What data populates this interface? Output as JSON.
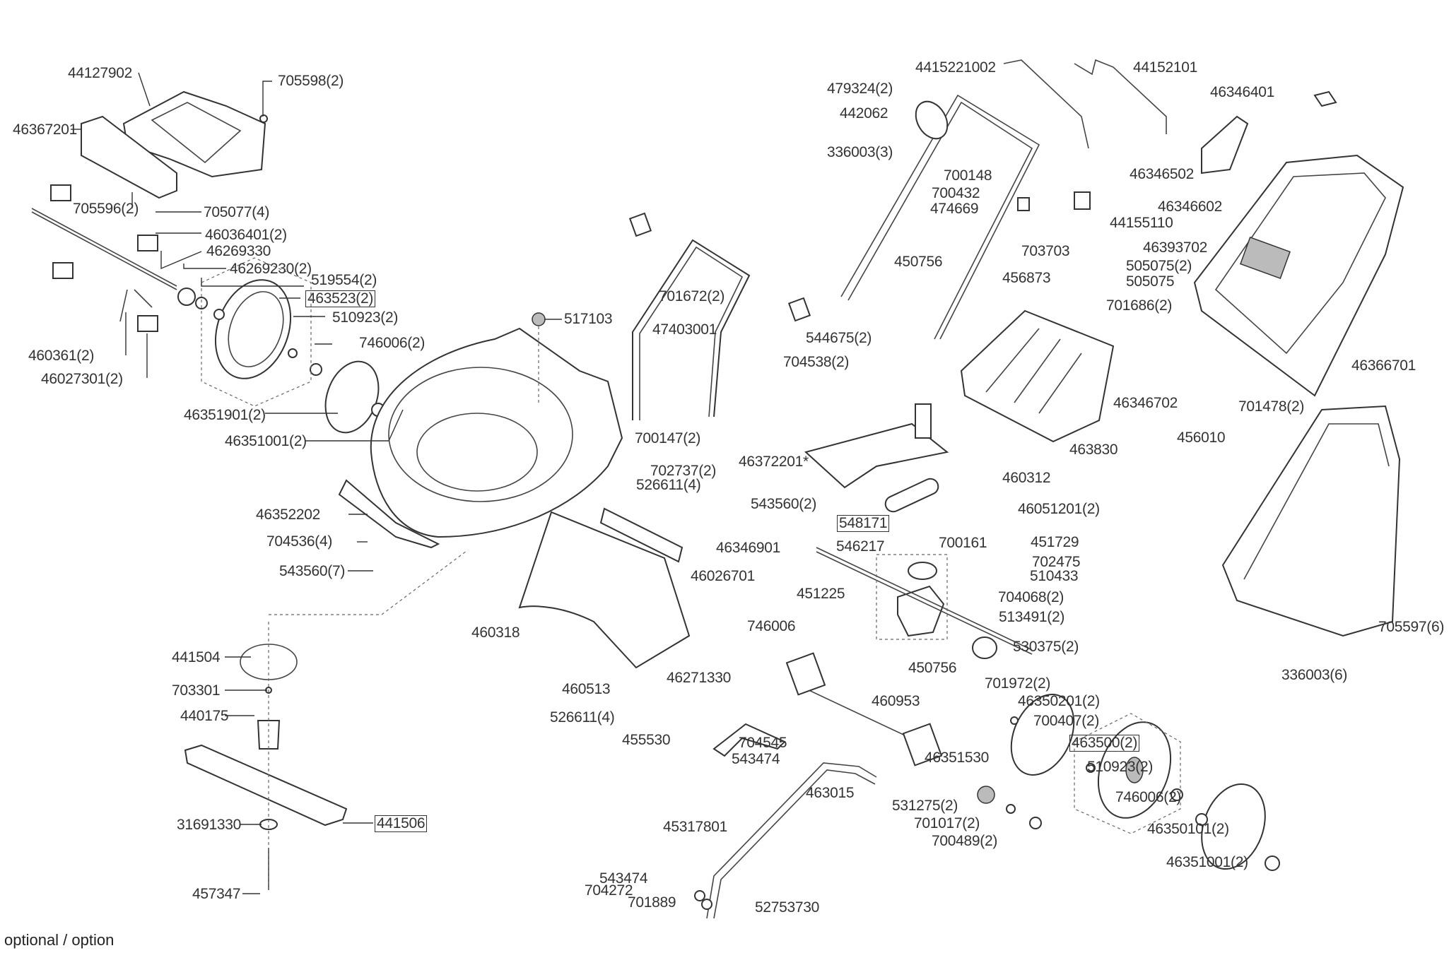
{
  "diagram": {
    "title": "Lawn mower exploded parts diagram",
    "footnote": "optional / option",
    "parts": [
      {
        "id": "p01",
        "label": "44127902"
      },
      {
        "id": "p02",
        "label": "705598(2)"
      },
      {
        "id": "p03",
        "label": "46367201"
      },
      {
        "id": "p04",
        "label": "705596(2)"
      },
      {
        "id": "p05",
        "label": "705077(4)"
      },
      {
        "id": "p06",
        "label": "46036401(2)"
      },
      {
        "id": "p07",
        "label": "46269330"
      },
      {
        "id": "p08",
        "label": "46269230(2)"
      },
      {
        "id": "p09",
        "label": "519554(2)"
      },
      {
        "id": "p10",
        "label": "463523(2)",
        "boxed": true
      },
      {
        "id": "p11",
        "label": "510923(2)"
      },
      {
        "id": "p12",
        "label": "746006(2)"
      },
      {
        "id": "p13",
        "label": "460361(2)"
      },
      {
        "id": "p14",
        "label": "46027301(2)"
      },
      {
        "id": "p15",
        "label": "46351901(2)"
      },
      {
        "id": "p16",
        "label": "46351001(2)"
      },
      {
        "id": "p17",
        "label": "517103"
      },
      {
        "id": "p18",
        "label": "46352202"
      },
      {
        "id": "p19",
        "label": "704536(4)"
      },
      {
        "id": "p20",
        "label": "543560(7)"
      },
      {
        "id": "p21",
        "label": "441504"
      },
      {
        "id": "p22",
        "label": "703301"
      },
      {
        "id": "p23",
        "label": "440175"
      },
      {
        "id": "p24",
        "label": "31691330"
      },
      {
        "id": "p25",
        "label": "441506",
        "boxed": true
      },
      {
        "id": "p26",
        "label": "457347"
      },
      {
        "id": "p27",
        "label": "47403001"
      },
      {
        "id": "p28",
        "label": "701672(2)"
      },
      {
        "id": "p29",
        "label": "544675(2)"
      },
      {
        "id": "p30",
        "label": "704538(2)"
      },
      {
        "id": "p31",
        "label": "700147(2)"
      },
      {
        "id": "p32",
        "label": "702737(2)"
      },
      {
        "id": "p33",
        "label": "526611(4)"
      },
      {
        "id": "p34",
        "label": "543560(2)"
      },
      {
        "id": "p35",
        "label": "46346901"
      },
      {
        "id": "p36",
        "label": "46026701"
      },
      {
        "id": "p37",
        "label": "460318"
      },
      {
        "id": "p38",
        "label": "460513"
      },
      {
        "id": "p39",
        "label": "526611(4)"
      },
      {
        "id": "p40",
        "label": "46271330"
      },
      {
        "id": "p41",
        "label": "455530"
      },
      {
        "id": "p42",
        "label": "704545"
      },
      {
        "id": "p43",
        "label": "543474"
      },
      {
        "id": "p44",
        "label": "746006"
      },
      {
        "id": "p45",
        "label": "463015"
      },
      {
        "id": "p46",
        "label": "45317801"
      },
      {
        "id": "p47",
        "label": "543474"
      },
      {
        "id": "p48",
        "label": "704272"
      },
      {
        "id": "p49",
        "label": "701889"
      },
      {
        "id": "p50",
        "label": "52753730"
      },
      {
        "id": "p51",
        "label": "46372201*"
      },
      {
        "id": "p52",
        "label": "548171",
        "boxed": true
      },
      {
        "id": "p53",
        "label": "546217"
      },
      {
        "id": "p54",
        "label": "700161"
      },
      {
        "id": "p55",
        "label": "451225"
      },
      {
        "id": "p56",
        "label": "450756"
      },
      {
        "id": "p57",
        "label": "460953"
      },
      {
        "id": "p58",
        "label": "4415221002"
      },
      {
        "id": "p59",
        "label": "44152101"
      },
      {
        "id": "p60",
        "label": "479324(2)"
      },
      {
        "id": "p61",
        "label": "442062"
      },
      {
        "id": "p62",
        "label": "336003(3)"
      },
      {
        "id": "p63",
        "label": "700148"
      },
      {
        "id": "p64",
        "label": "700432"
      },
      {
        "id": "p65",
        "label": "474669"
      },
      {
        "id": "p66",
        "label": "44155110"
      },
      {
        "id": "p67",
        "label": "703703"
      },
      {
        "id": "p68",
        "label": "450756"
      },
      {
        "id": "p69",
        "label": "456873"
      },
      {
        "id": "p70",
        "label": "46346702"
      },
      {
        "id": "p71",
        "label": "463830"
      },
      {
        "id": "p72",
        "label": "460312"
      },
      {
        "id": "p73",
        "label": "46051201(2)"
      },
      {
        "id": "p74",
        "label": "451729"
      },
      {
        "id": "p75",
        "label": "702475"
      },
      {
        "id": "p76",
        "label": "510433"
      },
      {
        "id": "p77",
        "label": "704068(2)"
      },
      {
        "id": "p78",
        "label": "513491(2)"
      },
      {
        "id": "p79",
        "label": "530375(2)"
      },
      {
        "id": "p80",
        "label": "701972(2)"
      },
      {
        "id": "p81",
        "label": "46350201(2)"
      },
      {
        "id": "p82",
        "label": "700407(2)"
      },
      {
        "id": "p83",
        "label": "463500(2)",
        "boxed": true
      },
      {
        "id": "p84",
        "label": "46351530"
      },
      {
        "id": "p85",
        "label": "510923(2)"
      },
      {
        "id": "p86",
        "label": "531275(2)"
      },
      {
        "id": "p87",
        "label": "701017(2)"
      },
      {
        "id": "p88",
        "label": "700489(2)"
      },
      {
        "id": "p89",
        "label": "746006(2)"
      },
      {
        "id": "p90",
        "label": "46350101(2)"
      },
      {
        "id": "p91",
        "label": "46351001(2)"
      },
      {
        "id": "p92",
        "label": "46346401"
      },
      {
        "id": "p93",
        "label": "46346502"
      },
      {
        "id": "p94",
        "label": "46346602"
      },
      {
        "id": "p95",
        "label": "46393702"
      },
      {
        "id": "p96",
        "label": "505075(2)"
      },
      {
        "id": "p97",
        "label": "505075"
      },
      {
        "id": "p98",
        "label": "701686(2)"
      },
      {
        "id": "p99",
        "label": "46366701"
      },
      {
        "id": "p100",
        "label": "701478(2)"
      },
      {
        "id": "p101",
        "label": "456010"
      },
      {
        "id": "p102",
        "label": "705597(6)"
      },
      {
        "id": "p103",
        "label": "336003(6)"
      }
    ]
  }
}
